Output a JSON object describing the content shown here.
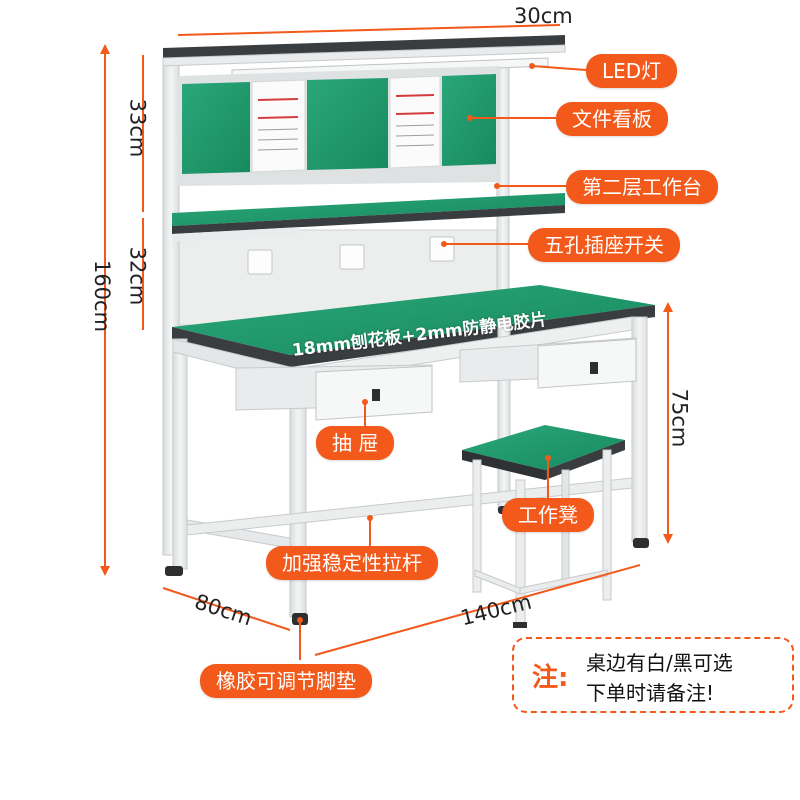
{
  "dimensions": {
    "shelf_depth": "30cm",
    "upper_height": "33cm",
    "middle_height": "32cm",
    "total_height": "160cm",
    "desk_height": "75cm",
    "desk_depth": "80cm",
    "desk_width": "140cm"
  },
  "callouts": {
    "led": "LED灯",
    "doc_board": "文件看板",
    "second_shelf": "第二层工作台",
    "socket": "五孔插座开关",
    "tabletop": "18mm刨花板+2mm防静电胶片",
    "drawer": "抽 屉",
    "stool": "工作凳",
    "crossbar": "加强稳定性拉杆",
    "feet": "橡胶可调节脚垫"
  },
  "note": {
    "mark": "注:",
    "line1": "桌边有白/黑可选",
    "line2": "下单时请备注!"
  },
  "colors": {
    "accent": "#f2591a",
    "surface_green": "#1f9a6e",
    "frame": "#e6e8e9",
    "edge": "#3a3d40"
  }
}
